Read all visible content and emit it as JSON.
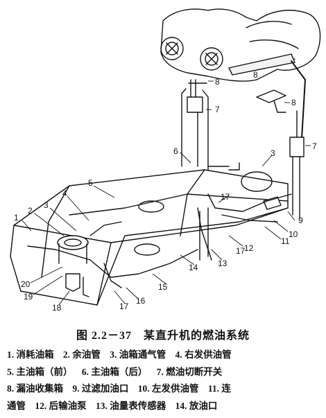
{
  "figure": {
    "callouts": [
      "1",
      "2",
      "3",
      "4",
      "5",
      "6",
      "7",
      "8",
      "9",
      "10",
      "11",
      "12",
      "13",
      "14",
      "15",
      "16",
      "17",
      "18",
      "19",
      "20"
    ],
    "extra_callouts": [
      "3",
      "7",
      "8",
      "8",
      "17",
      "17"
    ]
  },
  "caption": "图 2.2－37　某直升机的燃油系统",
  "legend": {
    "lines": [
      [
        "1. 消耗油箱",
        "2. 余油管",
        "3. 油箱通气管",
        "4. 右发供油管"
      ],
      [
        "5. 主油箱（前）",
        "6. 主油箱（后）",
        "7. 燃油切断开关"
      ],
      [
        "8. 漏油收集箱",
        "9. 过滤加油口",
        "10. 左发供油管",
        "11. 连"
      ],
      [
        "通管",
        "12. 后输油泵",
        "13. 油量表传感器",
        "14. 放油口"
      ]
    ]
  }
}
